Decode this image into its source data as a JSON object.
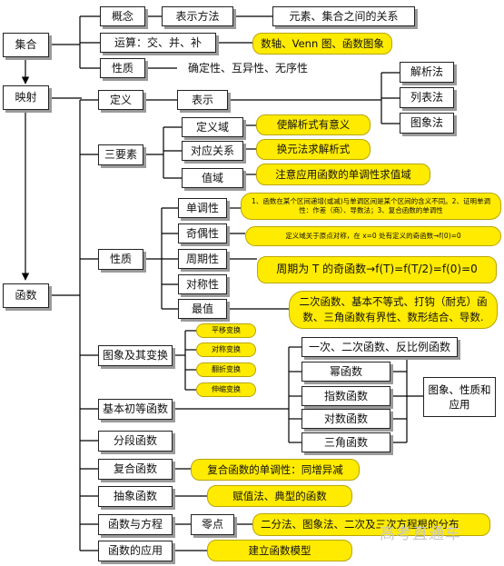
{
  "nodes": {
    "jihe": "集合",
    "yingshe": "映射",
    "hanshu": "函数",
    "gainian": "概念",
    "biaoshi_fangfa": "表示方法",
    "yuansu_guanxi": "元素、集合之间的关系",
    "yunsuan": "运算：交、并、补",
    "shuzhou": "数轴、Venn 图、函数图象",
    "xingzhi_set": "性质",
    "queding": "确定性、互异性、无序性",
    "dingyi": "定义",
    "biaoshi": "表示",
    "jiexifa": "解析法",
    "liebiaofa": "列表法",
    "tuxiangfa": "图象法",
    "sanyaosu": "三要素",
    "dingyiyu": "定义域",
    "dingyiyu_note": "使解析式有意义",
    "duiying": "对应关系",
    "duiying_note": "换元法求解析式",
    "zhiyu": "值域",
    "zhiyu_note": "注意应用函数的单调性求值域",
    "xingzhi_fn": "性质",
    "dandiao": "单调性",
    "dandiao_note": "1、函数在某个区间递增(或减)与单调区间是某个区间的含义不同。2、证明单调性：作差（商）、导数法；3、复合函数的单调性",
    "jiou": "奇偶性",
    "jiou_note": "定义域关于原点对称，在 x=0 处有定义的奇函数→f(0)=0",
    "zhouqi": "周期性",
    "zhouqi_note": "周期为 T 的奇函数→f(T)=f(T/2)=f(0)=0",
    "duicheng": "对称性",
    "zuizhi": "最值",
    "zuizhi_note": "二次函数、基本不等式、打钩（耐克）函数、三角函数有界性、数形结合、导数.",
    "tuxiang_bianhuan": "图象及其变换",
    "pingyi": "平移变换",
    "duicheng_bh": "对称变换",
    "fanzhe": "翻折变换",
    "shensuo": "伸缩变换",
    "jiben": "基本初等函数",
    "yici": "一次、二次函数、反比例函数",
    "mi": "幂函数",
    "zhishu": "指数函数",
    "duishu": "对数函数",
    "sanjiao": "三角函数",
    "tuxiang_xingzhi": "图象、性质和应用",
    "fenduan": "分段函数",
    "fuhe": "复合函数",
    "fuhe_note": "复合函数的单调性：同增异减",
    "chouxiang": "抽象函数",
    "chouxiang_note": "赋值法、典型的函数",
    "fangcheng": "函数与方程",
    "lingdian": "零点",
    "lingdian_note": "二分法、图象法、二次及三次方程根的分布",
    "yingyong": "函数的应用",
    "yingyong_note": "建立函数模型"
  },
  "watermark": "高考直通车",
  "colors": {
    "highlight": "#ffeb00",
    "line": "#000000"
  }
}
